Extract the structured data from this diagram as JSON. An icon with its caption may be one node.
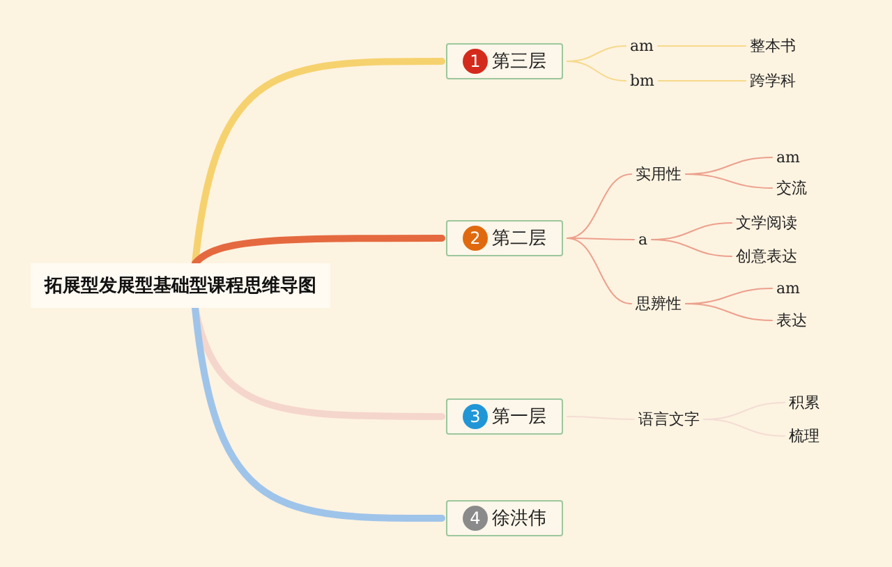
{
  "diagram": {
    "nodes": [
      {
        "text": [
          "拓展型发展型基础型课程思维导图"
        ]
      },
      {
        "text": [
          "1",
          "第三层"
        ]
      },
      {
        "text": [
          "am"
        ]
      },
      {
        "text": [
          "整本书"
        ]
      },
      {
        "text": [
          "bm"
        ]
      },
      {
        "text": [
          "跨学科"
        ]
      },
      {
        "text": [
          "2",
          "第二层"
        ]
      },
      {
        "text": [
          "实用性"
        ]
      },
      {
        "text": [
          "am"
        ]
      },
      {
        "text": [
          "交流"
        ]
      },
      {
        "text": [
          "a"
        ]
      },
      {
        "text": [
          "文学阅读"
        ]
      },
      {
        "text": [
          "创意表达"
        ]
      },
      {
        "text": [
          "思辨性"
        ]
      },
      {
        "text": [
          "am"
        ]
      },
      {
        "text": [
          "表达"
        ]
      },
      {
        "text": [
          "3",
          "第一层"
        ]
      },
      {
        "text": [
          "语言文字"
        ]
      },
      {
        "text": [
          "积累"
        ]
      },
      {
        "text": [
          "梳理"
        ]
      },
      {
        "text": [
          "4",
          "徐洪伟"
        ]
      }
    ],
    "edges": [
      {
        "from": 0,
        "to": 1,
        "arrow": "none",
        "style": "thick",
        "color": "#f6d26e"
      },
      {
        "from": 0,
        "to": 6,
        "arrow": "none",
        "style": "thick",
        "color": "#e5693f"
      },
      {
        "from": 0,
        "to": 16,
        "arrow": "none",
        "style": "thick",
        "color": "#f5d6cc"
      },
      {
        "from": 0,
        "to": 20,
        "arrow": "none",
        "style": "thick",
        "color": "#9fc4ea"
      },
      {
        "from": 1,
        "to": 2,
        "arrow": "none",
        "color": "#f6d98a"
      },
      {
        "from": 2,
        "to": 3,
        "arrow": "none",
        "color": "#f6d98a"
      },
      {
        "from": 1,
        "to": 4,
        "arrow": "none",
        "color": "#f6d98a"
      },
      {
        "from": 4,
        "to": 5,
        "arrow": "none",
        "color": "#f6d98a"
      },
      {
        "from": 6,
        "to": 7,
        "arrow": "none"
      },
      {
        "from": 7,
        "to": 8,
        "arrow": "none"
      },
      {
        "from": 7,
        "to": 9,
        "arrow": "none"
      },
      {
        "from": 6,
        "to": 10,
        "arrow": "none"
      },
      {
        "from": 10,
        "to": 11,
        "arrow": "none"
      },
      {
        "from": 10,
        "to": 12,
        "arrow": "none"
      },
      {
        "from": 6,
        "to": 13,
        "arrow": "none"
      },
      {
        "from": 13,
        "to": 14,
        "arrow": "none"
      },
      {
        "from": 13,
        "to": 15,
        "arrow": "none"
      },
      {
        "from": 16,
        "to": 17,
        "arrow": "none",
        "color": "#f3ddd4"
      },
      {
        "from": 17,
        "to": 18,
        "arrow": "none",
        "color": "#f3ddd4"
      },
      {
        "from": 17,
        "to": 19,
        "arrow": "none",
        "color": "#f3ddd4"
      }
    ]
  }
}
